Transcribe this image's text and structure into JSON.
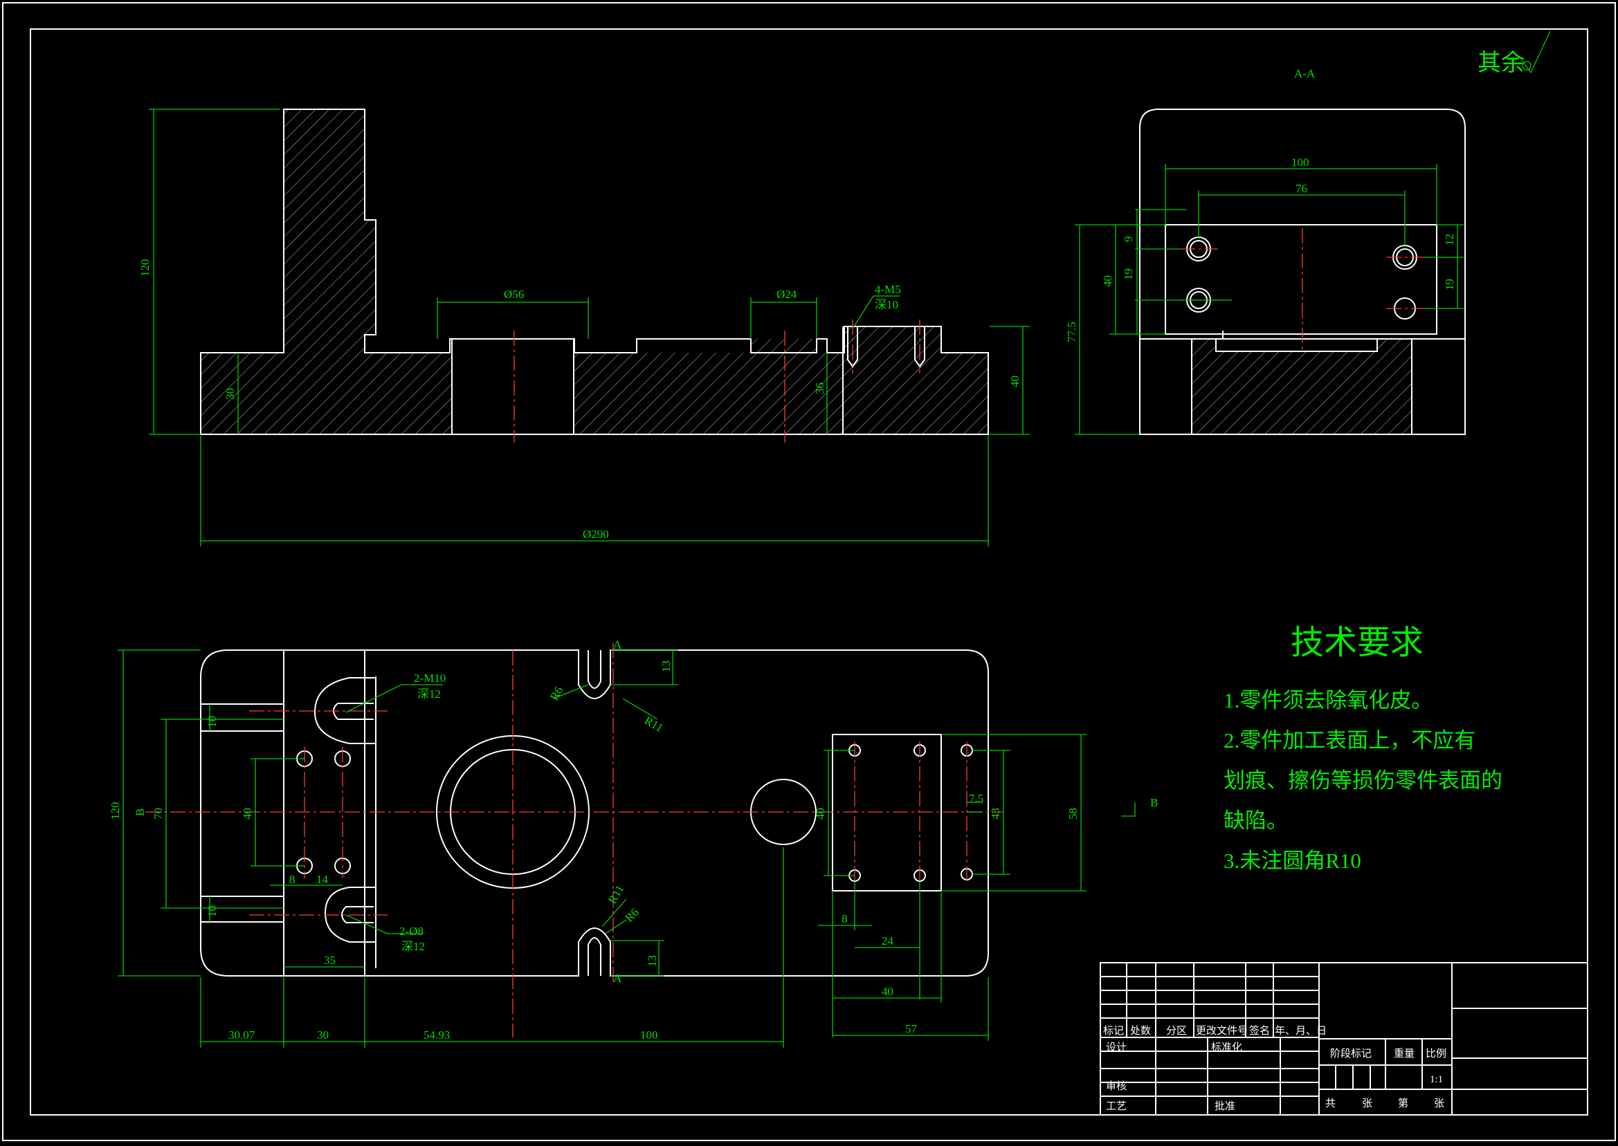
{
  "surface_note": "其余",
  "section_label": "A-A",
  "tech_title": "技术要求",
  "tech_lines": [
    "1.零件须去除氧化皮。",
    "2.零件加工表面上，不应有",
    "划痕、擦伤等损伤零件表面的",
    "缺陷。",
    "3.未注圆角R10"
  ],
  "front_dims": {
    "h120": "120",
    "h30": "30",
    "d56": "Ø56",
    "d24": "Ø24",
    "thread": "4-M5",
    "depth": "深10",
    "h36": "36",
    "h40": "40",
    "d290": "Ø290"
  },
  "side_dims": {
    "w100": "100",
    "w76": "76",
    "h9": "9",
    "h19a": "19",
    "h12": "12",
    "h19b": "19",
    "h40": "40",
    "h77": "77.5"
  },
  "top_dims": {
    "m10": "2-M10",
    "m10_depth": "深12",
    "d8": "2-Ø8",
    "d8_depth": "深12",
    "r6a": "R6",
    "r11a": "R11",
    "r11b": "R11",
    "r6b": "R6",
    "v13a": "13",
    "v13b": "13",
    "h120": "120",
    "b_left": "B",
    "h70": "70",
    "h40": "40",
    "h10a": "10",
    "h10b": "10",
    "h8": "8",
    "h14": "14",
    "h35": "35",
    "h7_5": "7.5",
    "h40r": "40",
    "h43": "43",
    "h58": "58",
    "b8": "8",
    "b24": "24",
    "b40": "40",
    "b57": "57",
    "x30_07": "30.07",
    "x30": "30",
    "x54_93": "54.93",
    "x100": "100",
    "a_top": "A",
    "a_bottom": "A",
    "b_right": "B"
  },
  "title_block": {
    "row1": [
      "标记",
      "处数",
      "分区",
      "更改文件号",
      "签名",
      "年、月、日"
    ],
    "design": "设计",
    "standard": "标准化",
    "stage": "阶段标记",
    "weight": "重量",
    "scale": "比例",
    "scale_value": "1:1",
    "review": "审核",
    "process": "工艺",
    "approve": "批准",
    "total": "共",
    "sheets": "张",
    "nth": "第",
    "sheet": "张"
  },
  "colors": {
    "outline": "#ffffff",
    "dimension": "#00cc00",
    "centerline": "#ff3b3b",
    "background": "#000000"
  }
}
